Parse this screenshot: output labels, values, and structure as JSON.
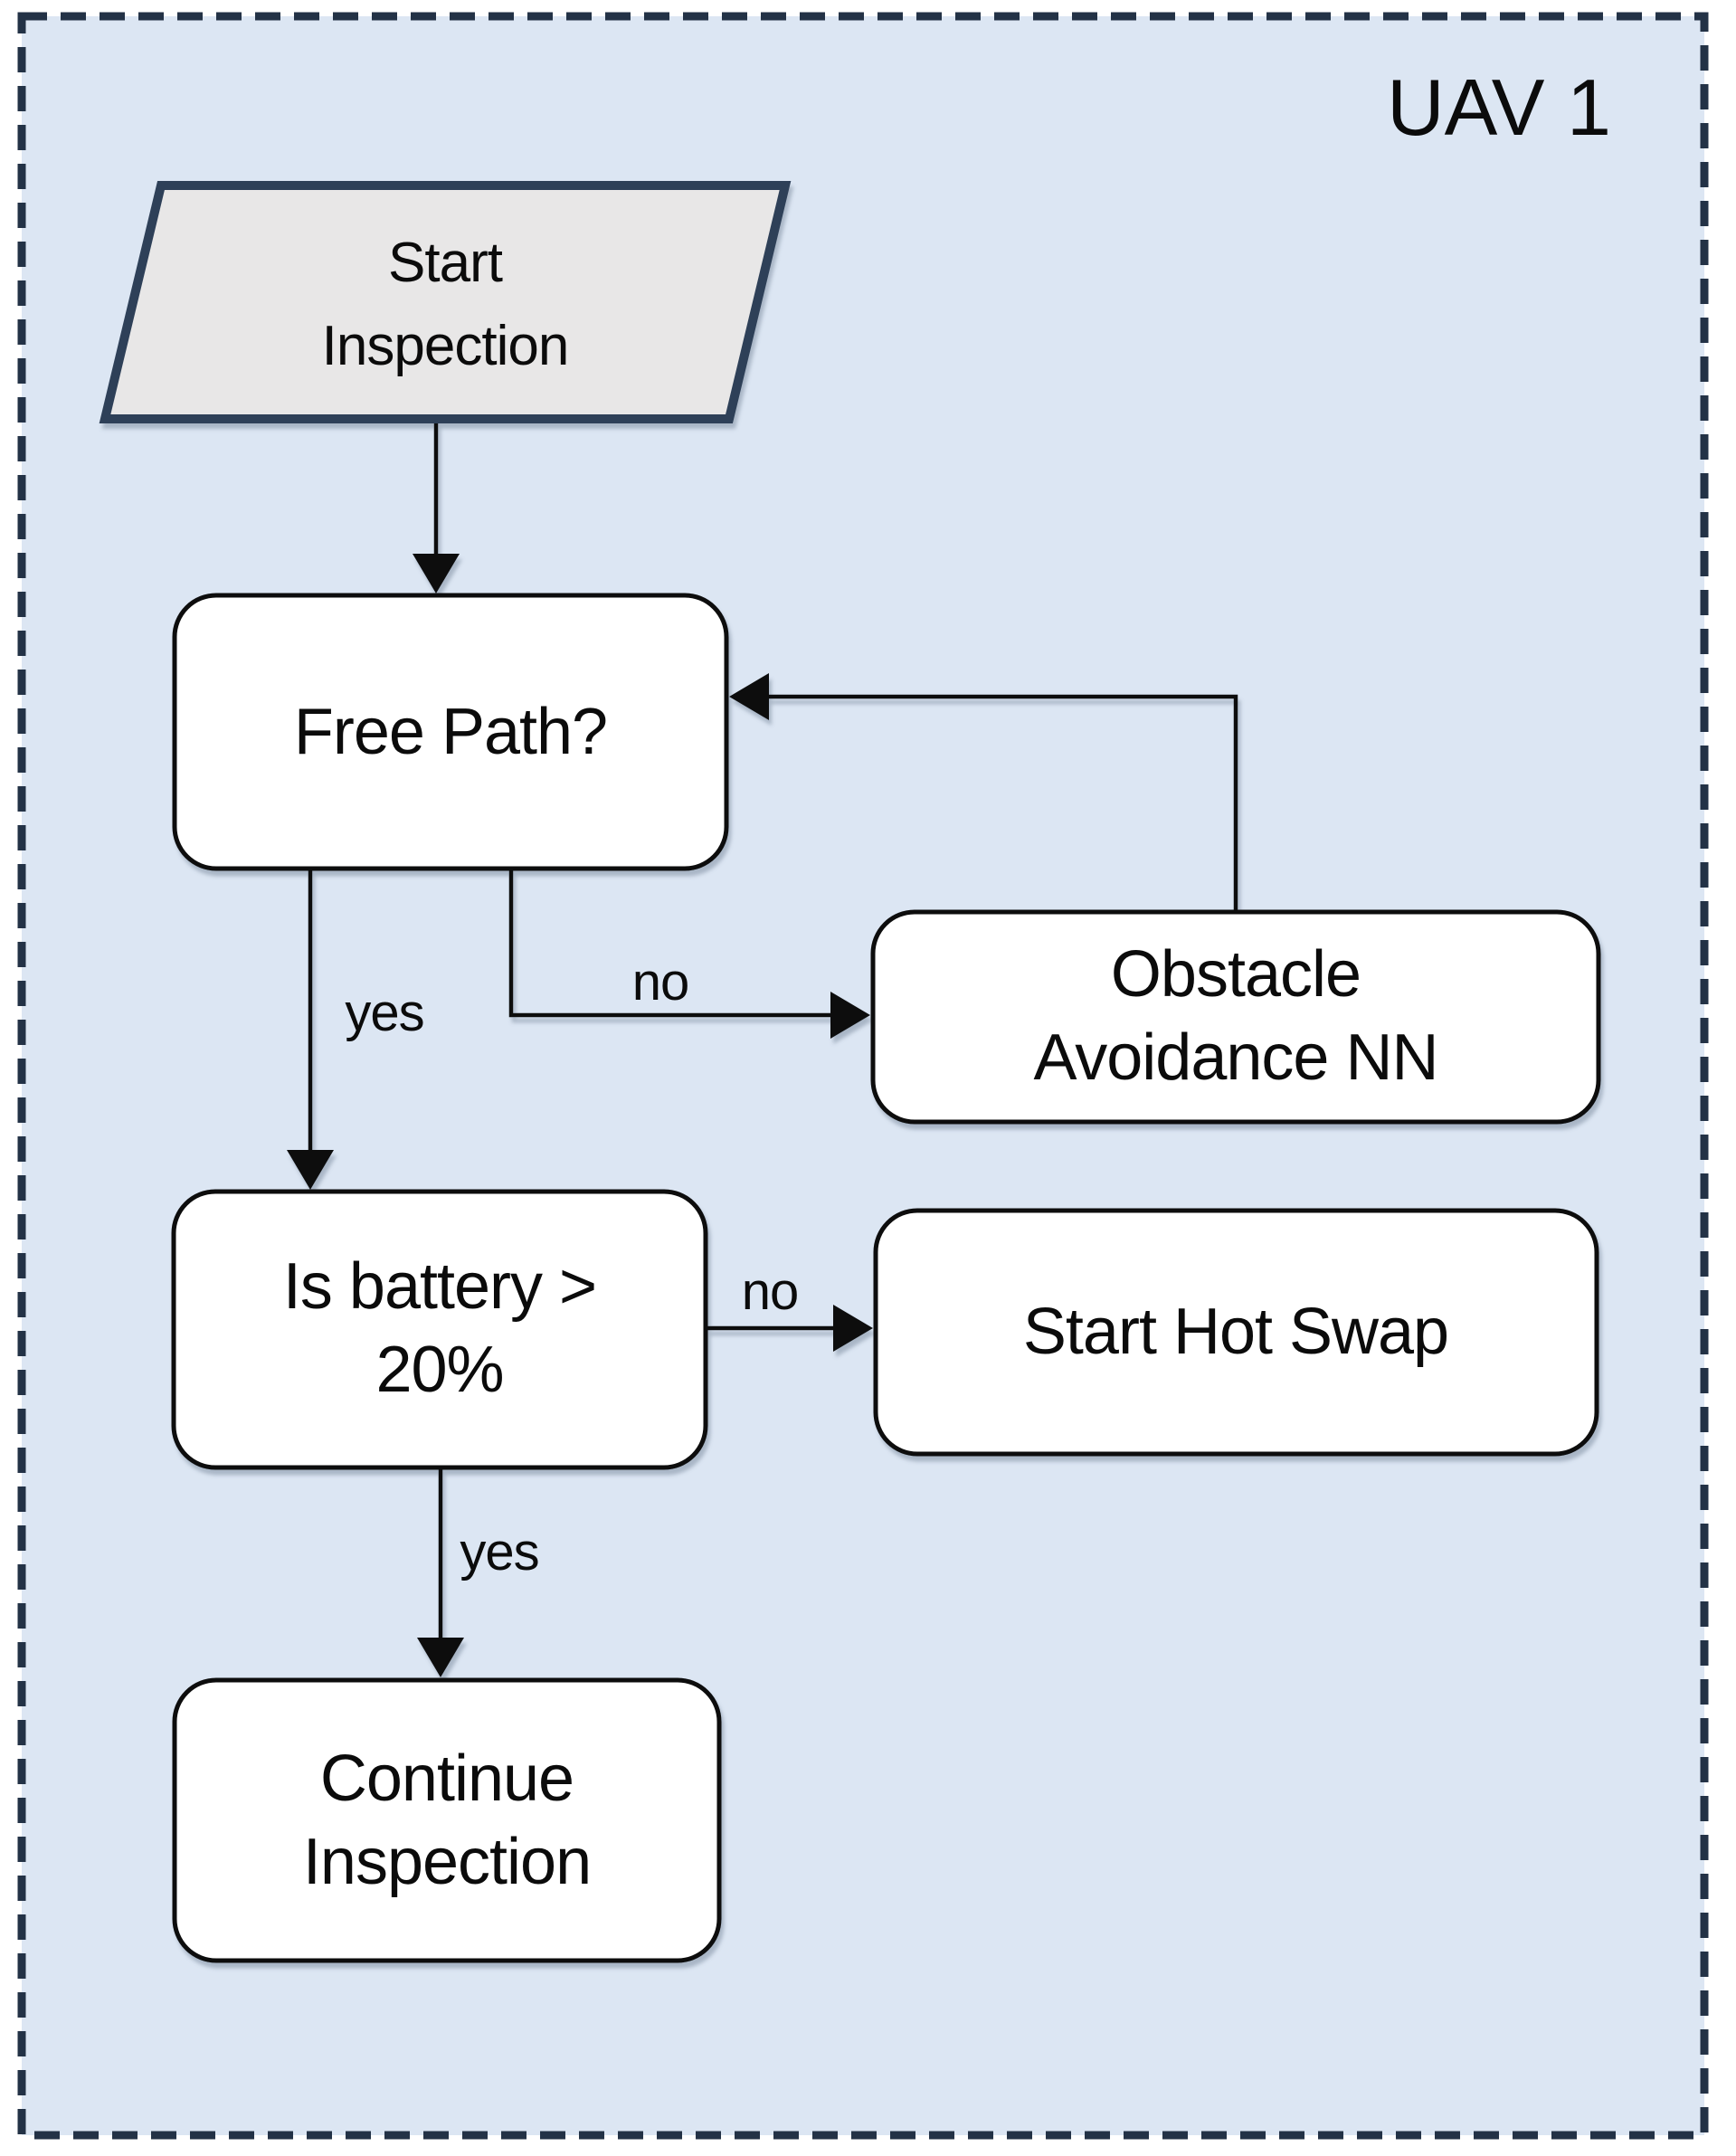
{
  "frame": {
    "title": "UAV 1"
  },
  "colors": {
    "page_background": "#ffffff",
    "panel_background": "#dce6f3",
    "panel_border": "#233246",
    "node_fill": "#ffffff",
    "node_border": "#0d0d0d",
    "start_fill": "#e8e7e7",
    "start_border": "#2e4058",
    "connector": "#111111",
    "text": "#0b0b0b"
  },
  "nodes": {
    "start": {
      "label": "Start Inspection",
      "line1": "Start",
      "line2": "Inspection"
    },
    "free_path": {
      "label": "Free Path?"
    },
    "obstacle": {
      "label": "Obstacle Avoidance NN",
      "line1": "Obstacle",
      "line2": "Avoidance NN"
    },
    "battery": {
      "label": "Is battery > 20%",
      "line1": "Is battery >",
      "line2": "20%"
    },
    "hot_swap": {
      "label": "Start Hot Swap"
    },
    "continue": {
      "label": "Continue Inspection",
      "line1": "Continue",
      "line2": "Inspection"
    }
  },
  "edges": {
    "free_path_yes": {
      "label": "yes"
    },
    "free_path_no": {
      "label": "no"
    },
    "battery_yes": {
      "label": "yes"
    },
    "battery_no": {
      "label": "no"
    }
  }
}
